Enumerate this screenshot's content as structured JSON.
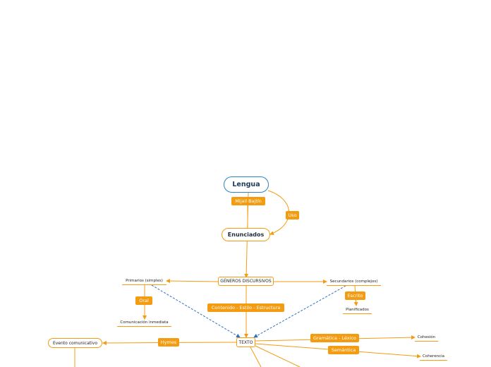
{
  "nodes": {
    "lengua": "Lengua",
    "enunciados": "Enunciados",
    "generos": "GÉNEROS DISCURSIVOS",
    "primarios": "Primarios (simples)",
    "secundarios": "Secundarios (complejos)",
    "comunicacion": "Comunicación inmediata",
    "planificados": "Planificados",
    "texto": "TEXTO",
    "evento": "Evento comunicativo",
    "cohesion": "Cohesión",
    "coherencia": "Coherencia"
  },
  "labels": {
    "mijail": "Mijail Bajtín",
    "uso": "Uso",
    "oral": "Oral",
    "escrito": "Escrito",
    "contenido": "Contenido - Estilo - Estructura",
    "hymes": "Hymes",
    "gramatica": "Gramática - Léxico",
    "semantica": "Semántica"
  },
  "colors": {
    "branch": "#f39c12",
    "root_border": "#2e86c1",
    "dashed": "#2e6fc4",
    "label_text": "#ffffff"
  }
}
